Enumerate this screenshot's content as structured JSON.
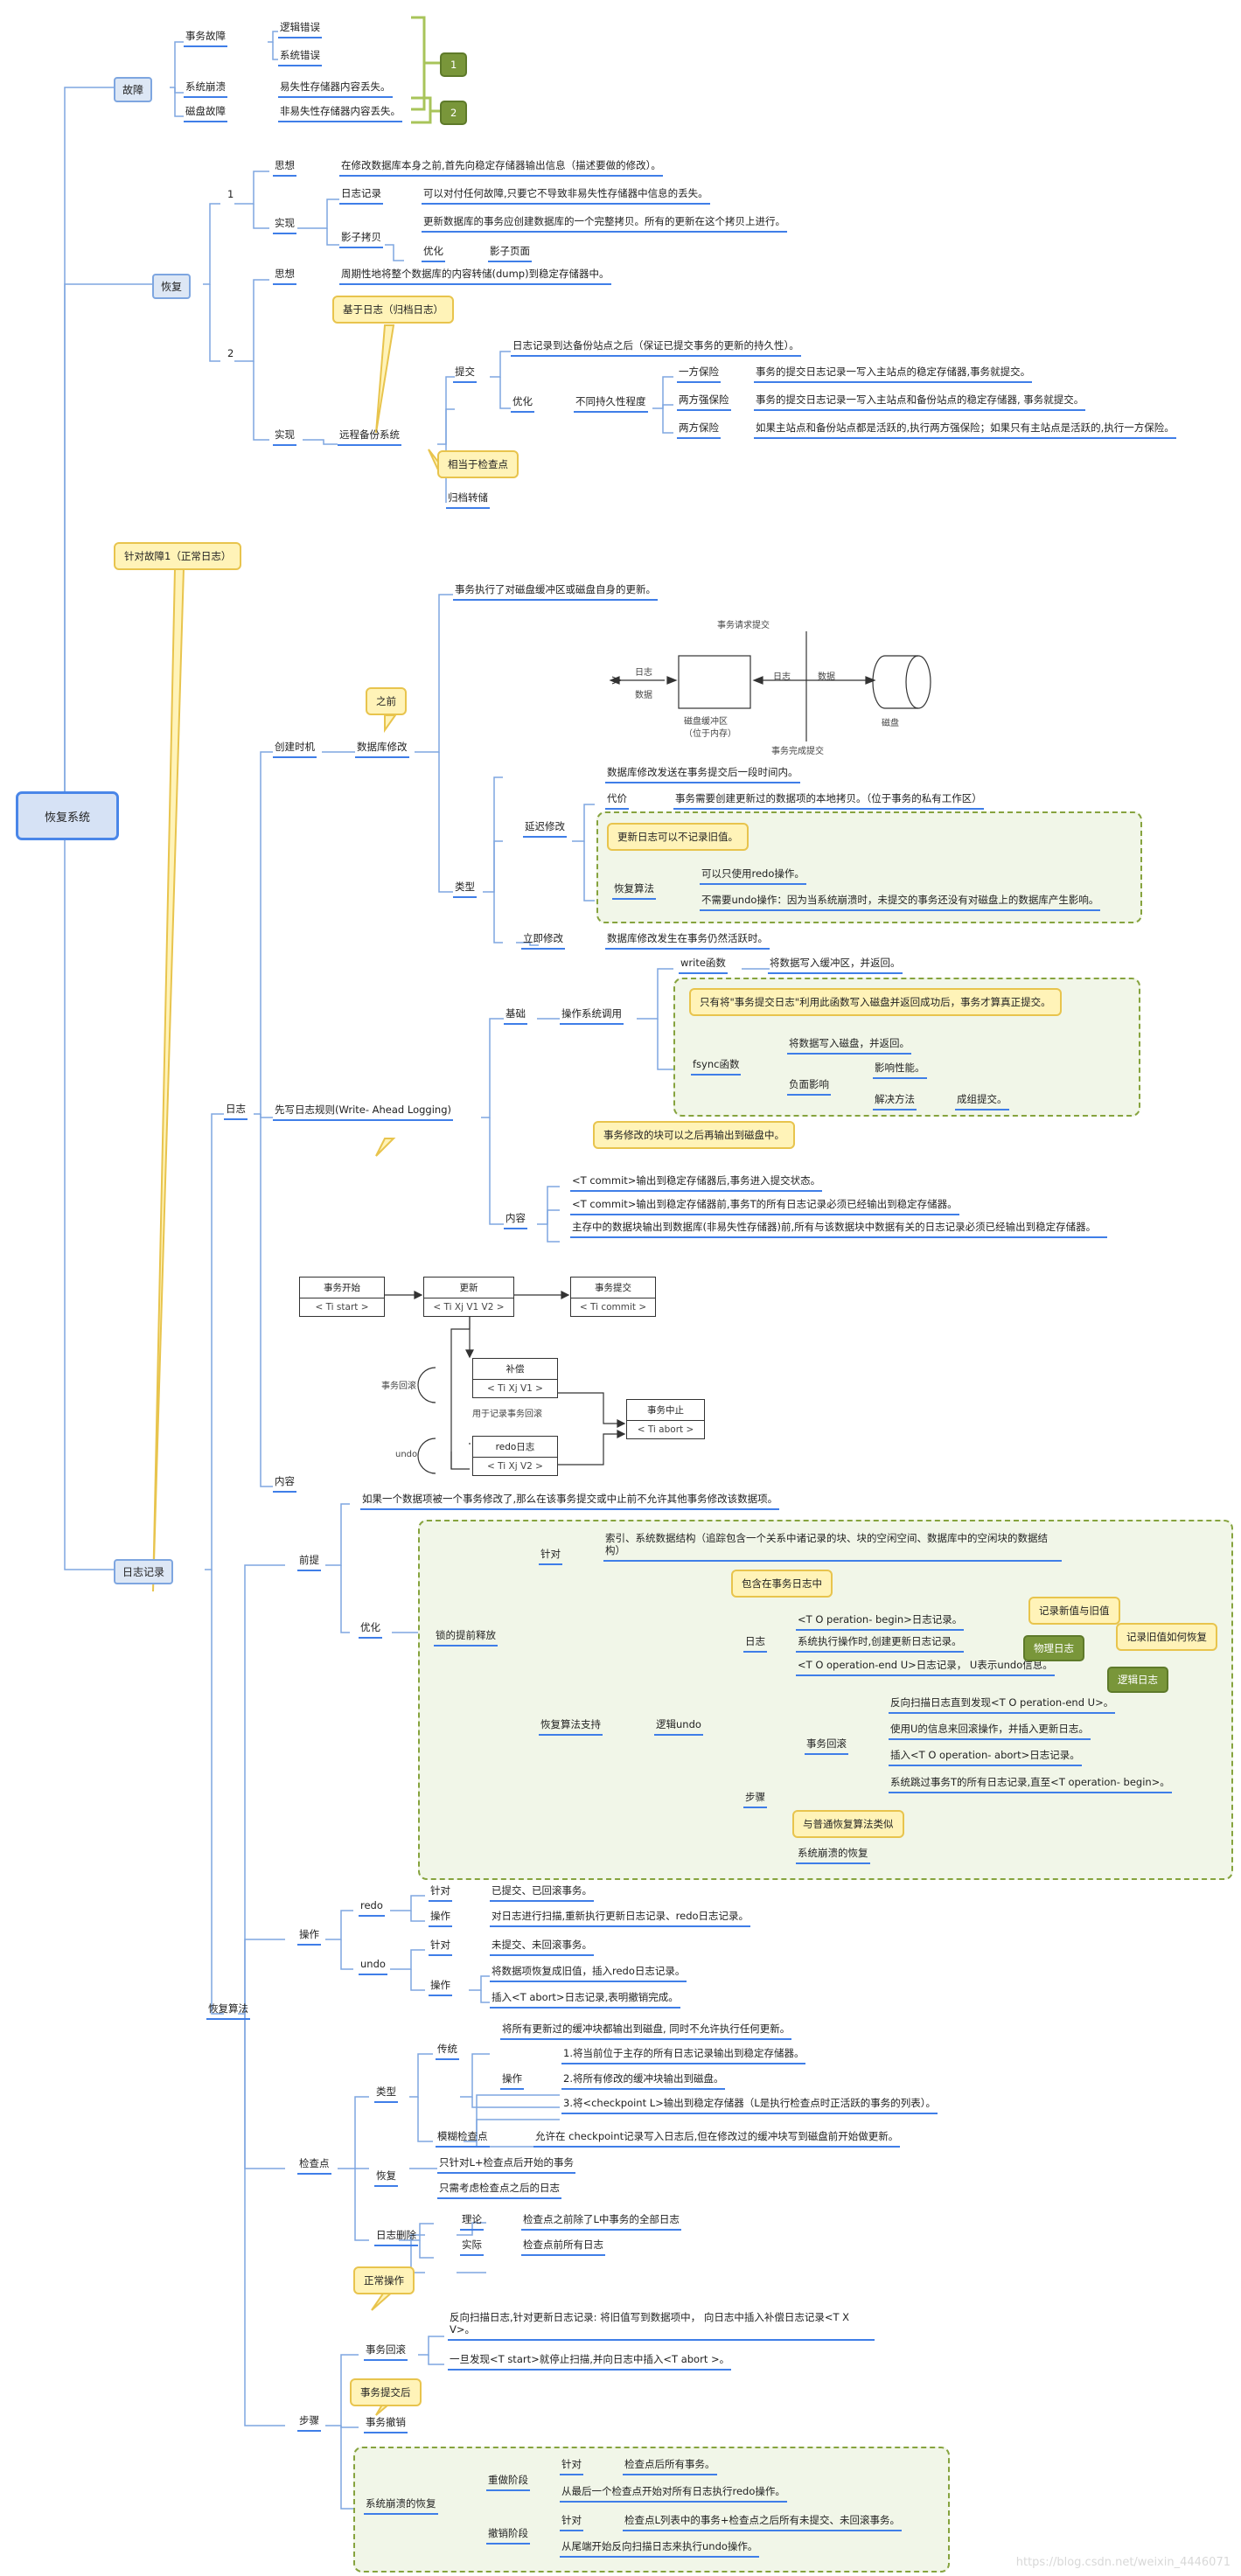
{
  "root": "恢复系统",
  "fault": {
    "title": "故障",
    "transaction": "事务故障",
    "logical": "逻辑错误",
    "system_error": "系统错误",
    "crash": "系统崩溃",
    "crash_desc": "易失性存储器内容丢失。",
    "disk": "磁盘故障",
    "disk_desc": "非易失性存储器内容丢失。",
    "tag1": "1",
    "tag2": "2"
  },
  "recovery": {
    "title": "恢复",
    "one": "1",
    "idea": "思想",
    "idea1_text": "在修改数据库本身之前,首先向稳定存储器输出信息（描述要做的修改）。",
    "impl": "实现",
    "logrec": "日志记录",
    "logrec_desc": "可以对付任何故障,只要它不导致非易失性存储器中信息的丢失。",
    "shadow": "影子拷贝",
    "shadow_desc": "更新数据库的事务应创建数据库的一个完整拷贝。所有的更新在这个拷贝上进行。",
    "optimize": "优化",
    "shadow_page": "影子页面",
    "two": "2",
    "idea2_text": "周期性地将整个数据库的内容转储(dump)到稳定存储器中。",
    "note_archive": "基于日志（归档日志）",
    "impl2": "实现",
    "remote": "远程备份系统",
    "commit_label": "提交",
    "commit_desc": "日志记录到达备份站点之后（保证已提交事务的更新的持久性）。",
    "opt2": "优化",
    "durability": "不同持久性程度",
    "one_safe": "一方保险",
    "one_safe_desc": "事务的提交日志记录一写入主站点的稳定存储器,事务就提交。",
    "two_very": "两方强保险",
    "two_very_desc": "事务的提交日志记录一写入主站点和备份站点的稳定存储器, 事务就提交。",
    "two_safe": "两方保险",
    "two_safe_desc": "如果主站点和备份站点都是活跃的,执行两方强保险；如果只有主站点是活跃的,执行一方保险。",
    "note_checkpoint": "相当于检查点",
    "archive_dump": "归档转储"
  },
  "fault1_note": "针对故障1（正常日志）",
  "log": {
    "title": "日志",
    "create_time": "创建时机",
    "note_before": "之前",
    "db_modify": "数据库修改",
    "db_modify_desc": "事务执行了对磁盘缓冲区或磁盘自身的更新。",
    "diagram": {
      "tx_request": "事务请求提交",
      "log": "日志",
      "data": "数据",
      "buffer": "磁盘缓冲区",
      "buffer_sub": "（位于内存）",
      "log2": "日志",
      "data2": "数据",
      "disk": "磁盘",
      "tx_done": "事务完成提交"
    },
    "type": "类型",
    "deferred_desc": "数据库修改发送在事务提交后一段时间内。",
    "cost": "代价",
    "cost_desc": "事务需要创建更新过的数据项的本地拷贝。（位于事务的私有工作区）",
    "deferred": "延迟修改",
    "note_no_old": "更新日志可以不记录旧值。",
    "recover_alg": "恢复算法",
    "redo_ok": "可以只使用redo操作。",
    "no_undo": "不需要undo操作：因为当系统崩溃时，未提交的事务还没有对磁盘上的数据库产生影响。",
    "immediate": "立即修改",
    "immediate_desc": "数据库修改发生在事务仍然活跃时。",
    "wal": "先写日志规则(Write- Ahead Logging)",
    "basis": "基础",
    "os_call": "操作系统调用",
    "write_fn": "write函数",
    "write_desc": "将数据写入缓冲区，并返回。",
    "note_fsync": "只有将\"事务提交日志\"利用此函数写入磁盘并返回成功后，事务才算真正提交。",
    "fsync": "fsync函数",
    "fsync_desc": "将数据写入磁盘，并返回。",
    "neg": "负面影响",
    "perf": "影响性能。",
    "solution": "解决方法",
    "group_commit": "成组提交。",
    "note_block": "事务修改的块可以之后再输出到磁盘中。",
    "content": "内容",
    "c1": "<T commit>输出到稳定存储器后,事务进入提交状态。",
    "c2": "<T commit>输出到稳定存储器前,事务T的所有日志记录必须已经输出到稳定存储器。",
    "c3": "主存中的数据块输出到数据库(非易失性存储器)前,所有与该数据块中数据有关的日志记录必须已经输出到稳定存储器。",
    "flow": {
      "start_t": "事务开始",
      "start_s": "< Ti start >",
      "update_t": "更新",
      "update_s": "< Ti Xj V1 V2 >",
      "commit_t": "事务提交",
      "commit_s": "< Ti commit >",
      "rollback": "事务回滚",
      "comp_t": "补偿",
      "comp_s": "< Ti Xj V1  >",
      "comp_note": "用于记录事务回滚",
      "abort_t": "事务中止",
      "abort_s": "< Ti abort >",
      "undo": "undo",
      "redo_t": "redo日志",
      "redo_s": "< Ti Xj V2  >"
    },
    "content2": "内容"
  },
  "logrec_main": "日志记录",
  "alg": {
    "title": "恢复算法",
    "premise": "前提",
    "premise_desc": "如果一个数据项被一个事务修改了,那么在该事务提交或中止前不允许其他事务修改该数据项。",
    "opt": "优化",
    "early_lock": "锁的提前释放",
    "target": "针对",
    "target_desc": "索引、系统数据结构（追踪包含一个关系中诸记录的块、块的空闲空间、数据库中的空闲块的数据结构）",
    "note_include": "包含在事务日志中",
    "log": "日志",
    "op_begin": "<T O peration- begin>日志记录。",
    "sys_log": "系统执行操作时,创建更新日志记录。",
    "op_end": "<T O operation-end U>日志记录， U表示undo信息。",
    "note_newold": "记录新值与旧值",
    "tag_phys": "物理日志",
    "note_oldrecover": "记录旧值如何恢复",
    "tag_logic": "逻辑日志",
    "support": "恢复算法支持",
    "logic_undo": "逻辑undo",
    "step": "步骤",
    "rb": "事务回滚",
    "rb1": "反向扫描日志直到发现<T O peration-end U>。",
    "rb2": "使用U的信息来回滚操作，并插入更新日志。",
    "rb3": "插入<T O  operation- abort>日志记录。",
    "rb4": "系统跳过事务T的所有日志记录,直至<T operation- begin>。",
    "note_similar": "与普通恢复算法类似",
    "crash_recover": "系统崩溃的恢复",
    "ops": "操作",
    "redo": "redo",
    "redo_target": "针对",
    "redo_target_desc": "已提交、已回滚事务。",
    "redo_op": "操作",
    "redo_op_desc": "对日志进行扫描,重新执行更新日志记录、redo日志记录。",
    "undo": "undo",
    "undo_target": "针对",
    "undo_target_desc": "未提交、未回滚事务。",
    "undo_op": "操作",
    "undo_op1": "将数据项恢复成旧值，插入redo日志记录。",
    "undo_op2": "插入<T abort>日志记录,表明撤销完成。",
    "checkpoint": "检查点",
    "cp_type": "类型",
    "traditional": "传统",
    "trad_desc": "将所有更新过的缓冲块都输出到磁盘, 同时不允许执行任何更新。",
    "trad_op": "操作",
    "trad1": "1.将当前位于主存的所有日志记录输出到稳定存储器。",
    "trad2": "2.将所有修改的缓冲块输出到磁盘。",
    "trad3": "3.将<checkpoint L>输出到稳定存储器（L是执行检查点时正活跃的事务的列表）。",
    "fuzzy": "模糊检查点",
    "fuzzy_desc": "允许在 checkpoint记录写入日志后,但在修改过的缓冲块写到磁盘前开始做更新。",
    "cp_recover": "恢复",
    "cpr1": "只针对L+检查点后开始的事务",
    "cpr2": "只需考虑检查点之后的日志",
    "log_del": "日志删除",
    "theory": "理论",
    "theory_desc": "检查点之前除了L中事务的全部日志",
    "practice": "实际",
    "practice_desc": "检查点前所有日志",
    "steps": "步骤",
    "note_normal": "正常操作",
    "s_rb": "事务回滚",
    "s_rb1": "反向扫描日志,针对更新日志记录: 将旧值写到数据项中， 向日志中插入补偿日志记录<T X V>。",
    "s_rb2": "一旦发现<T  start>就停止扫描,并向日志中插入<T abort >。",
    "note_after": "事务提交后",
    "s_cancel": "事务撤销",
    "s_crash": "系统崩溃的恢复",
    "redo_phase": "重做阶段",
    "rp_target": "针对",
    "rp_target_desc": "检查点后所有事务。",
    "rp_desc": "从最后一个检查点开始对所有日志执行redo操作。",
    "undo_phase": "撤销阶段",
    "up_target": "针对",
    "up_target_desc": "检查点L列表中的事务+检查点之后所有未提交、未回滚事务。",
    "up_desc": "从尾端开始反向扫描日志来执行undo操作。"
  },
  "watermark": "https://blog.csdn.net/weixin_4446071"
}
